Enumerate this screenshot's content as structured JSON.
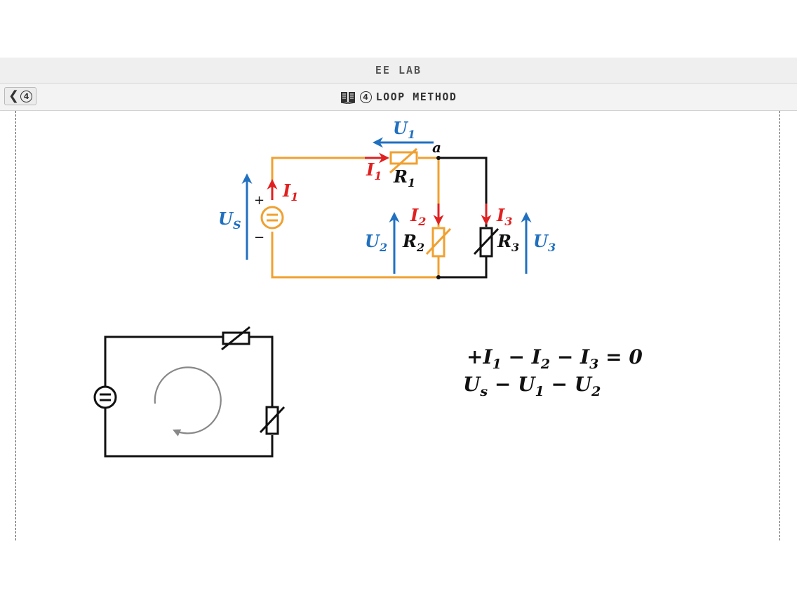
{
  "app": {
    "title": "EE LAB"
  },
  "nav": {
    "back_number": "4",
    "page_number": "4",
    "page_title": "LOOP METHOD"
  },
  "colors": {
    "orange": "#f0a030",
    "red": "#e02020",
    "blue": "#2070c0",
    "black": "#111111"
  },
  "circuit": {
    "node_label": "a",
    "source_plus": "+",
    "source_minus": "−",
    "Us": {
      "sym": "U",
      "sub": "S"
    },
    "U1": {
      "sym": "U",
      "sub": "1"
    },
    "U2": {
      "sym": "U",
      "sub": "2"
    },
    "U3": {
      "sym": "U",
      "sub": "3"
    },
    "I1": {
      "sym": "I",
      "sub": "1"
    },
    "I2": {
      "sym": "I",
      "sub": "2"
    },
    "I3": {
      "sym": "I",
      "sub": "3"
    },
    "R1": {
      "sym": "R",
      "sub": "1"
    },
    "R2": {
      "sym": "R",
      "sub": "2"
    },
    "R3": {
      "sym": "R",
      "sub": "3"
    }
  },
  "equations": {
    "kcl": {
      "t0": "+I",
      "s1": "1",
      "t1": " − I",
      "s2": "2",
      "t2": " − I",
      "s3": "3",
      "t3": " = 0"
    },
    "kvl": {
      "t0": "U",
      "s1": "s",
      "t1": " − U",
      "s2": "1",
      "t2": " − U",
      "s3": "2"
    }
  }
}
